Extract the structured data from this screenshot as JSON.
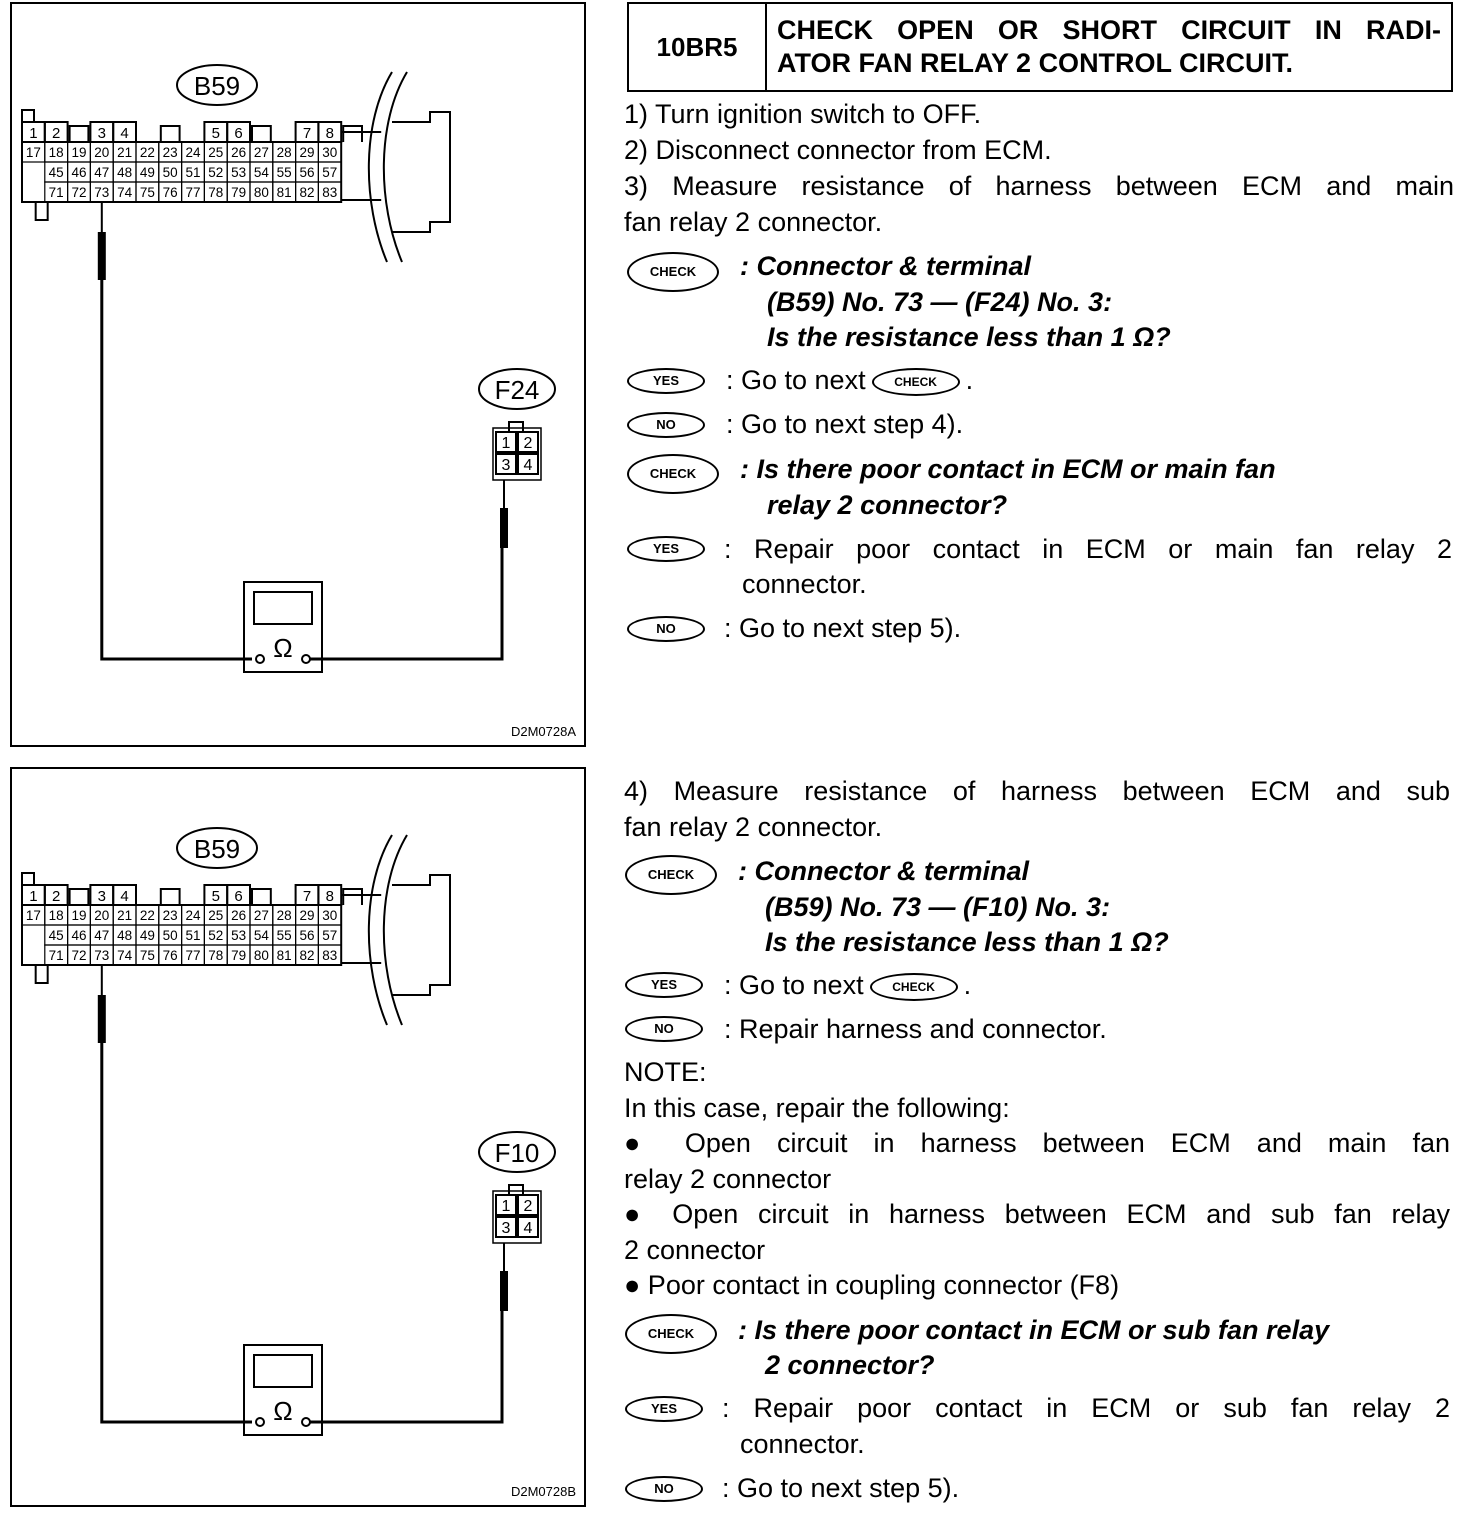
{
  "header": {
    "code": "10BR5",
    "title_line1": "CHECK OPEN OR SHORT CIRCUIT IN RADI-",
    "title_line2": "ATOR FAN RELAY 2 CONTROL CIRCUIT."
  },
  "badges": {
    "check": "CHECK",
    "yes": "YES",
    "no": "NO"
  },
  "figure1": {
    "connector_a": "B59",
    "connector_b": "F24",
    "figure_id": "D2M0728A",
    "meter_symbol": "Ω",
    "pin_rows": [
      [
        "1",
        "2",
        "3",
        "4",
        "5",
        "6",
        "7",
        "8"
      ],
      [
        "17",
        "18",
        "19",
        "20",
        "21",
        "22",
        "23",
        "24",
        "25",
        "26",
        "27",
        "28",
        "29",
        "30"
      ],
      [
        "45",
        "46",
        "47",
        "48",
        "49",
        "50",
        "51",
        "52",
        "53",
        "54",
        "55",
        "56",
        "57"
      ],
      [
        "71",
        "72",
        "73",
        "74",
        "75",
        "76",
        "77",
        "78",
        "79",
        "80",
        "81",
        "82",
        "83"
      ]
    ],
    "small_pins": [
      "1",
      "2",
      "3",
      "4"
    ]
  },
  "figure2": {
    "connector_a": "B59",
    "connector_b": "F10",
    "figure_id": "D2M0728B",
    "meter_symbol": "Ω"
  },
  "section1": {
    "steps": [
      "1) Turn ignition switch to OFF.",
      "2) Disconnect connector from ECM.",
      "3) Measure resistance of harness between ECM and main",
      "fan relay 2 connector."
    ],
    "check1": [
      ": Connector & terminal",
      "(B59) No. 73 — (F24) No. 3:",
      "Is the resistance less than 1 Ω?"
    ],
    "yes1_pre": ": Go to next",
    "yes1_post": ".",
    "no1": ": Go to next step 4).",
    "check2": [
      ": Is there poor contact in ECM or main fan",
      "relay 2 connector?"
    ],
    "yes2": [
      ": Repair poor contact in ECM or main fan relay 2",
      "connector."
    ],
    "no2": ": Go to next step 5)."
  },
  "section2": {
    "step4": [
      "4) Measure resistance of harness between ECM and sub",
      "fan relay 2 connector."
    ],
    "check1": [
      ": Connector & terminal",
      "(B59) No. 73 — (F10) No. 3:",
      "Is the resistance less than 1 Ω?"
    ],
    "yes1_pre": ": Go to next",
    "yes1_post": ".",
    "no1": ": Repair harness and connector.",
    "note_title": "NOTE:",
    "note_intro": "In this case, repair the following:",
    "bullets": [
      [
        "● Open circuit in harness between ECM and main fan",
        "relay 2 connector"
      ],
      [
        "● Open circuit in harness between ECM and sub fan relay",
        "2 connector"
      ],
      [
        "● Poor contact in coupling connector (F8)"
      ]
    ],
    "check2": [
      ": Is there poor contact in ECM or sub fan relay",
      "2 connector?"
    ],
    "yes2": [
      ": Repair poor contact in ECM or sub fan relay 2",
      "connector."
    ],
    "no2": ": Go to next step 5)."
  }
}
